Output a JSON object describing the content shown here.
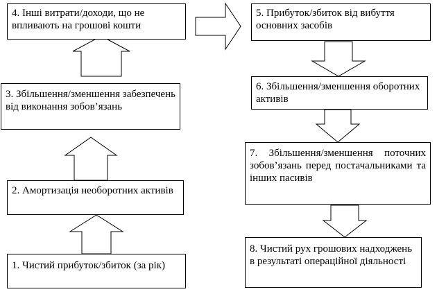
{
  "boxes": [
    {
      "id": "box-1",
      "text": "1. Чистий прибуток/збиток (за рік)"
    },
    {
      "id": "box-2",
      "text": "2. Амортизація необоротних активів"
    },
    {
      "id": "box-3",
      "text": "3. Збільшення/зменшення забезпечень від виконання зобов’язань"
    },
    {
      "id": "box-4",
      "text": "4. Інші витрати/доходи, що не впливають на грошові кошти"
    },
    {
      "id": "box-5",
      "text": "5. Прибуток/збиток від вибуття основних засобів"
    },
    {
      "id": "box-6",
      "text": "6. Збільшення/зменшення оборотних активів"
    },
    {
      "id": "box-7",
      "text": "7. Збільшення/зменшення поточних зобов’язань перед постачальниками та інших пасивів"
    },
    {
      "id": "box-8",
      "text": "8. Чистий рух грошових надходжень в результаті операційної діяльності"
    }
  ],
  "arrows": [
    {
      "from": "box-1",
      "to": "box-2",
      "direction": "up"
    },
    {
      "from": "box-2",
      "to": "box-3",
      "direction": "up"
    },
    {
      "from": "box-3",
      "to": "box-4",
      "direction": "up"
    },
    {
      "from": "box-4",
      "to": "box-5",
      "direction": "right"
    },
    {
      "from": "box-5",
      "to": "box-6",
      "direction": "down"
    },
    {
      "from": "box-6",
      "to": "box-7",
      "direction": "down"
    },
    {
      "from": "box-7",
      "to": "box-8",
      "direction": "down"
    }
  ]
}
